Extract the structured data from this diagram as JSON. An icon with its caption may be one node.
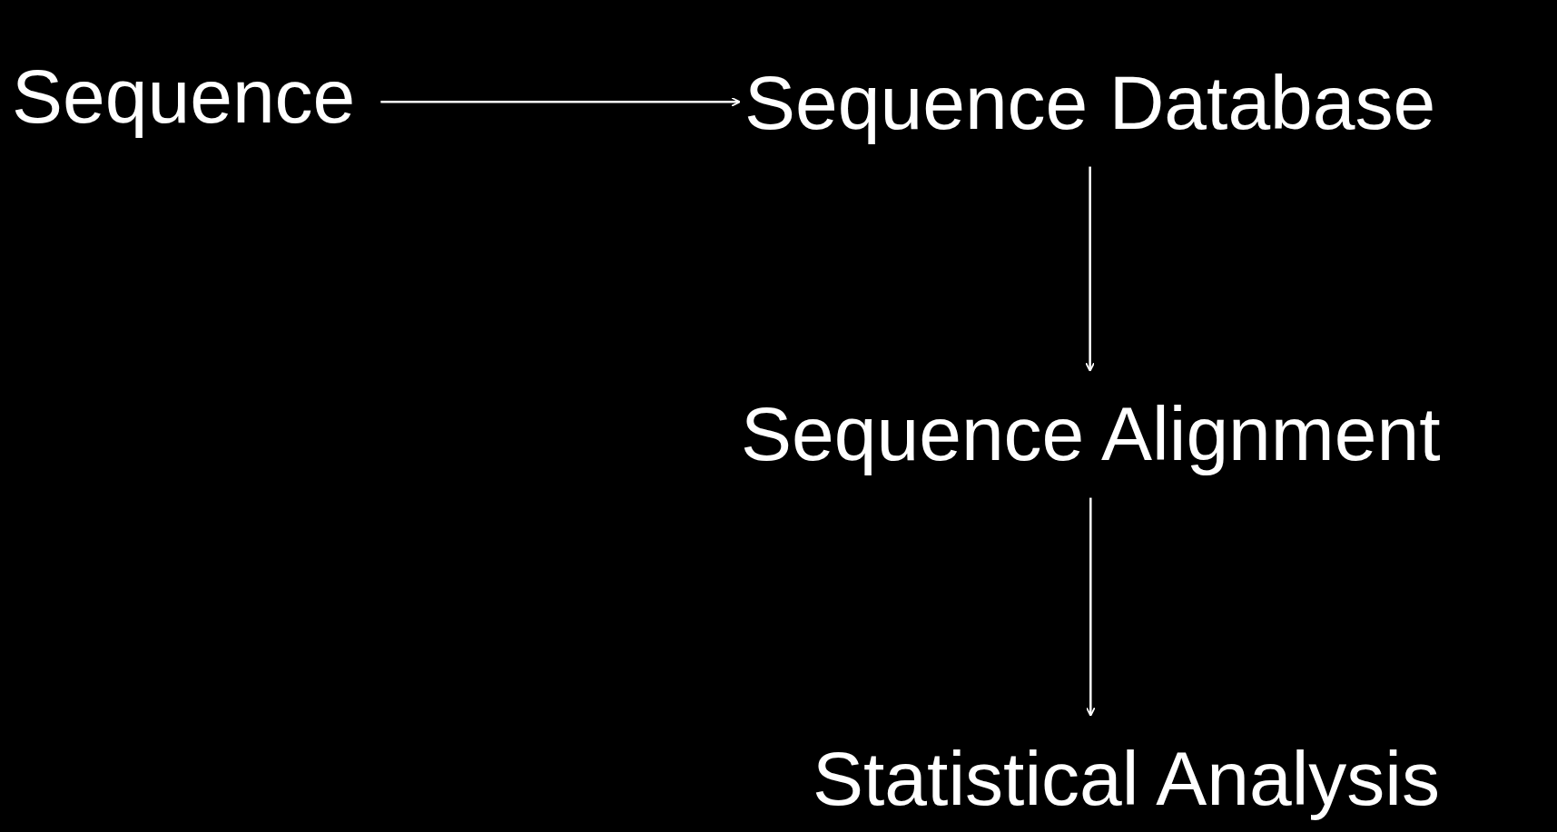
{
  "diagram": {
    "nodes": [
      {
        "text": [
          "Sequence"
        ]
      },
      {
        "text": [
          "Sequence Database"
        ]
      },
      {
        "text": [
          "Sequence Alignment"
        ]
      },
      {
        "text": [
          "Statistical Analysis"
        ]
      }
    ],
    "edges": [
      {
        "from": 0,
        "to": 1,
        "arrow": "to"
      },
      {
        "from": 1,
        "to": 2,
        "arrow": "to"
      },
      {
        "from": 2,
        "to": 3,
        "arrow": "to"
      }
    ]
  }
}
